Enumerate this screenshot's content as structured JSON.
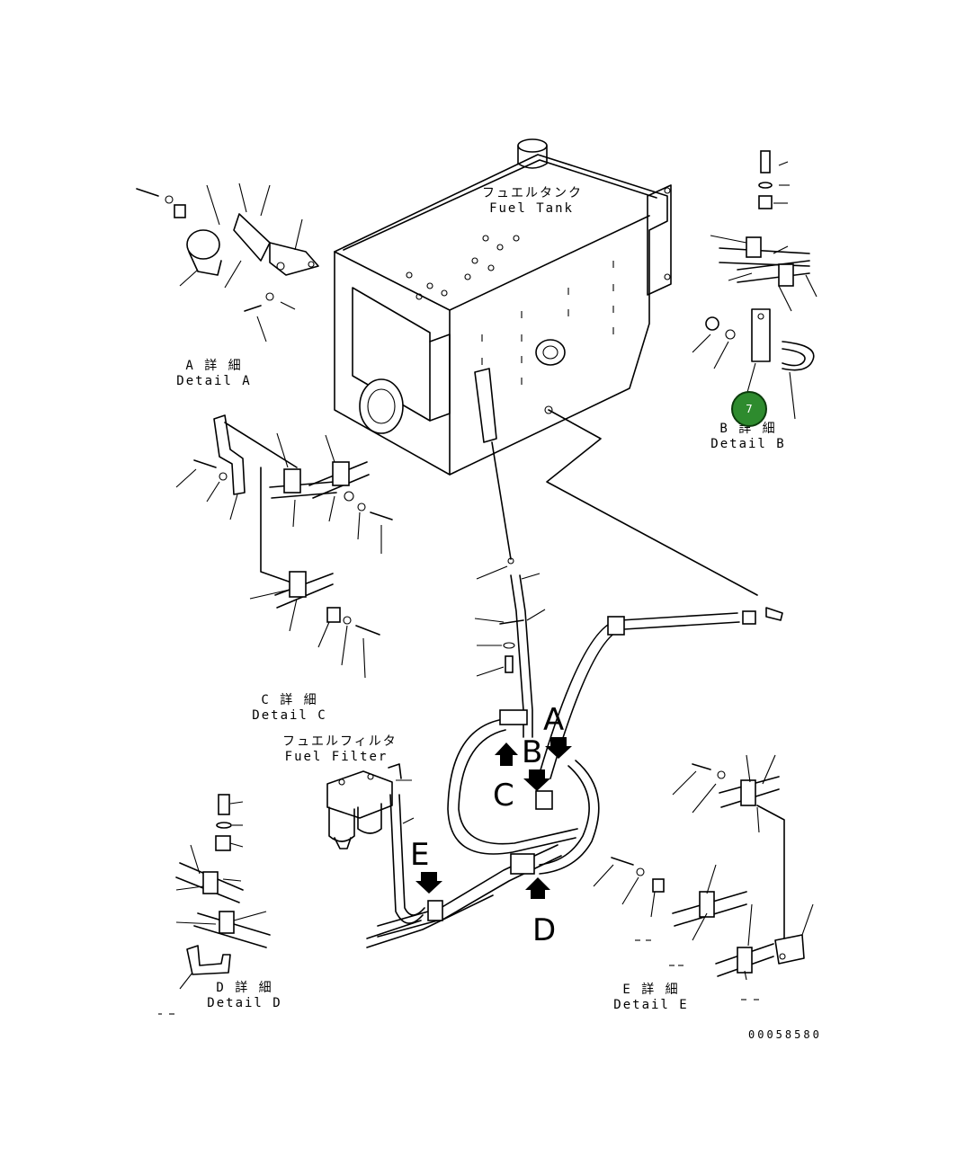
{
  "tank": {
    "label_jp": "フュエルタンク",
    "label_en": "Fuel Tank"
  },
  "filter": {
    "label_jp": "フュエルフィルタ",
    "label_en": "Fuel Filter"
  },
  "details": {
    "a": {
      "jp": "A 詳 細",
      "en": "Detail A"
    },
    "b": {
      "jp": "B 詳 細",
      "en": "Detail B"
    },
    "c": {
      "jp": "C 詳 細",
      "en": "Detail C"
    },
    "d": {
      "jp": "D 詳 細",
      "en": "Detail D"
    },
    "e": {
      "jp": "E 詳 細",
      "en": "Detail E"
    }
  },
  "view_letters": {
    "a": "A",
    "b": "B",
    "c": "C",
    "d": "D",
    "e": "E"
  },
  "callout": {
    "number": "7",
    "color": "#2e8b2e"
  },
  "document_number": "00058580"
}
